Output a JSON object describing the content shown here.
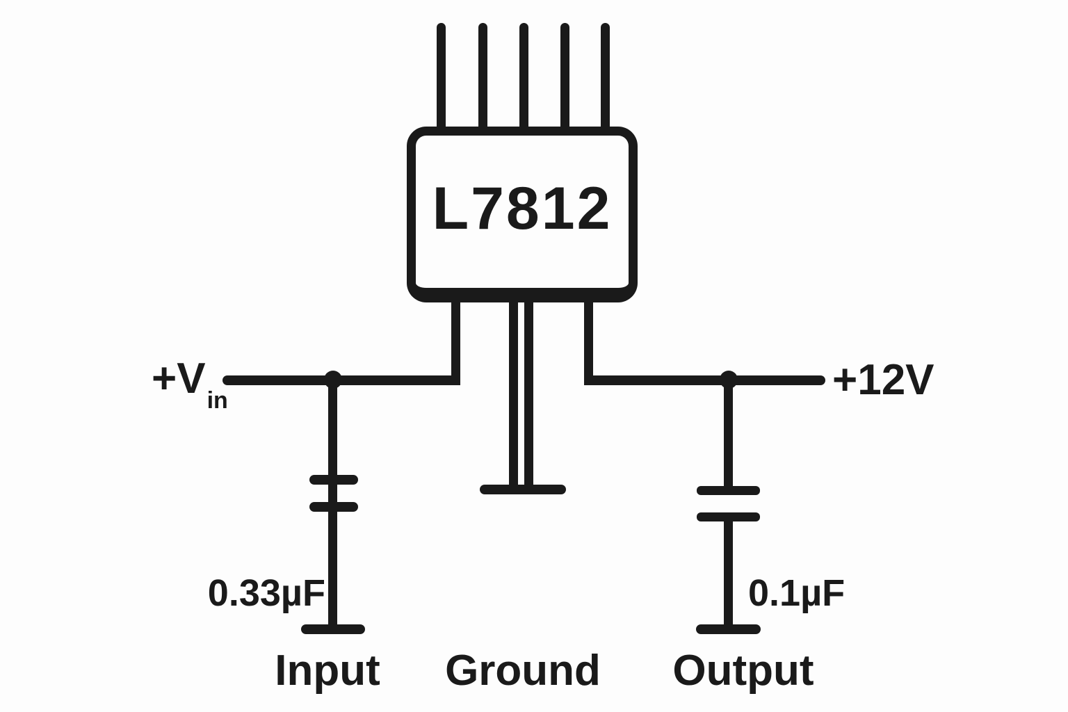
{
  "diagram": {
    "type": "circuit-schematic",
    "chip": {
      "label": "L7812",
      "top_pin_count": 5
    },
    "rails": {
      "input_prefix": "+V",
      "input_subscript": "in",
      "output": "+12V"
    },
    "capacitors": {
      "input_value": "0.33µF",
      "output_value": "0.1µF"
    },
    "terminals": {
      "input": "Input",
      "ground": "Ground",
      "output": "Output"
    },
    "colors": {
      "ink": "#1a1a1a",
      "background": "#fdfdfd"
    }
  }
}
